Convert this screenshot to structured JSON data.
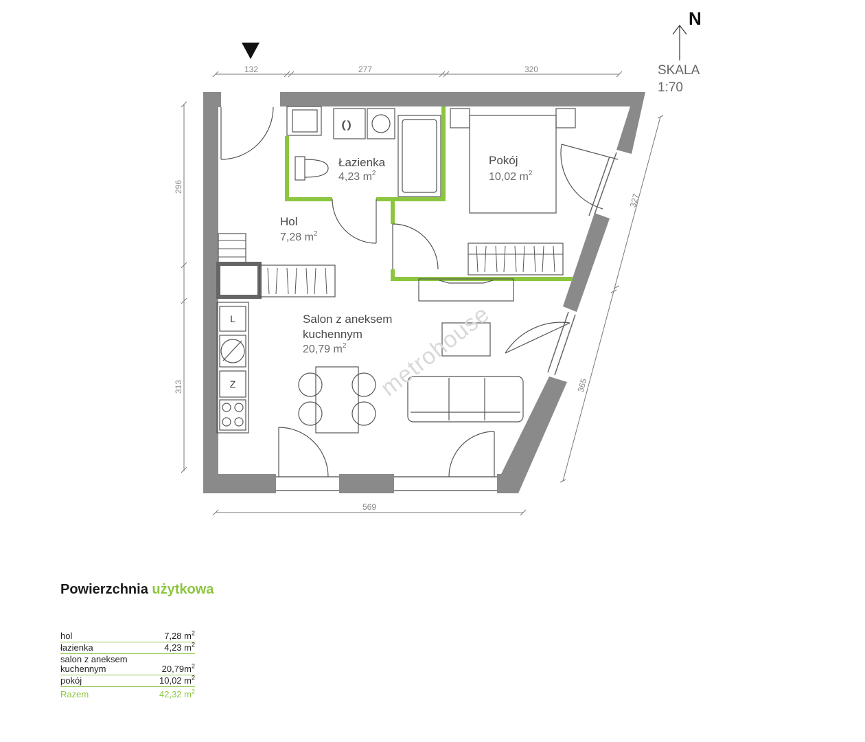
{
  "compass": {
    "north": "N",
    "scale_label": "SKALA",
    "scale_value": "1:70"
  },
  "dimensions": {
    "top": [
      "132",
      "277",
      "320"
    ],
    "left": [
      "296",
      "313"
    ],
    "bottom": "569",
    "right": [
      "327",
      "365"
    ]
  },
  "rooms": {
    "bathroom": {
      "name": "Łazienka",
      "area": "4,23 m",
      "unit_sup": "2"
    },
    "room": {
      "name": "Pokój",
      "area": "10,02 m",
      "unit_sup": "2"
    },
    "hall": {
      "name": "Hol",
      "area": "7,28 m",
      "unit_sup": "2"
    },
    "living": {
      "line1": "Salon z aneksem",
      "line2": "kuchennym",
      "area": "20,79 m",
      "unit_sup": "2"
    }
  },
  "appliances": {
    "fridge": "L",
    "freezer": "Z"
  },
  "watermark": "metrohouse",
  "summary": {
    "title_main": "Powierzchnia",
    "title_accent": "użytkowa",
    "rows": [
      {
        "label": "hol",
        "value": "7,28 m",
        "sup": "2"
      },
      {
        "label": "łazienka",
        "value": "4,23 m",
        "sup": "2"
      },
      {
        "label": "salon z aneksem kuchennym",
        "value": "20,79m",
        "sup": "2"
      },
      {
        "label": "pokój",
        "value": "10,02 m",
        "sup": "2"
      }
    ],
    "total": {
      "label": "Razem",
      "value": "42,32 m",
      "sup": "2"
    }
  },
  "colors": {
    "wall": "#8a8a8a",
    "accent": "#8cc63f",
    "line": "#555555"
  }
}
